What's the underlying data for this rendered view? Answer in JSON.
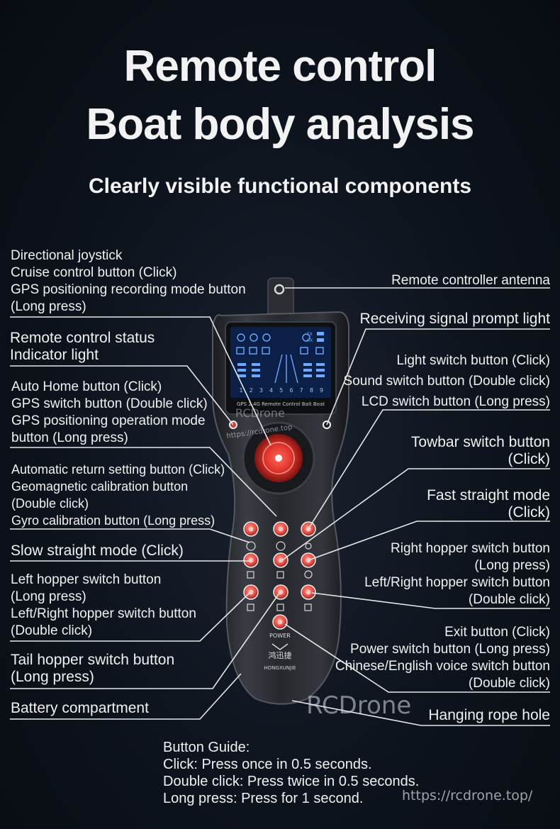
{
  "header": {
    "title_line1": "Remote control",
    "title_line2": "Boat body analysis",
    "subtitle": "Clearly visible functional components"
  },
  "labels": {
    "joystick": [
      "Directional joystick",
      "Cruise control button (Click)",
      "GPS positioning recording mode button",
      "(Long press)"
    ],
    "status_light": [
      "Remote control status",
      "Indicator light"
    ],
    "auto_home": [
      "Auto Home button (Click)",
      "GPS switch button (Double click)",
      "GPS positioning operation mode",
      "button (Long press)"
    ],
    "auto_return": [
      "Automatic return setting button (Click)",
      "Geomagnetic calibration button",
      "(Double click)",
      "Gyro calibration button (Long press)"
    ],
    "slow_straight": [
      "Slow straight mode (Click)"
    ],
    "left_hopper": [
      "Left hopper switch button",
      "(Long press)",
      "Left/Right hopper switch button",
      "(Double click)"
    ],
    "tail_hopper": [
      "Tail hopper switch button",
      "(Long press)"
    ],
    "battery": [
      "Battery compartment"
    ],
    "antenna": [
      "Remote controller antenna"
    ],
    "signal_light": [
      "Receiving signal prompt light"
    ],
    "light_switch": [
      "Light switch button (Click)",
      "Sound switch button (Double click)",
      "LCD switch button (Long press)"
    ],
    "towbar": [
      "Towbar switch button",
      "(Click)"
    ],
    "fast_straight": [
      "Fast straight mode",
      "(Click)"
    ],
    "right_hopper": [
      "Right hopper switch button",
      "(Long press)",
      "Left/Right hopper switch button",
      "(Double click)"
    ],
    "exit": [
      "Exit button (Click)",
      "Power switch button (Long press)",
      "Chinese/English voice switch button",
      "(Double click)"
    ],
    "rope_hole": [
      "Hanging rope hole"
    ]
  },
  "device": {
    "screen_header": "GPS 2.4G Remote Control Bait Boat",
    "screen_tx": "TX",
    "screen_rx": "RX",
    "screen_digits": [
      "1",
      "2",
      "3",
      "4",
      "5",
      "6",
      "7",
      "8",
      "9"
    ],
    "power_label": "POWER",
    "brand": "HONGXUNJIE",
    "brand_cn": "鸿迅捷",
    "button_color": "#e8524a"
  },
  "guide": {
    "heading": "Button Guide:",
    "lines": [
      "Click: Press once in 0.5 seconds.",
      "Double click: Press twice in 0.5 seconds.",
      "Long press: Press for 1 second."
    ]
  },
  "watermark": {
    "main": "RCDrone",
    "url": "https://rcdrone.top/",
    "screen_mark": "RCDrone",
    "screen_url": "https://rcdrone.top"
  }
}
